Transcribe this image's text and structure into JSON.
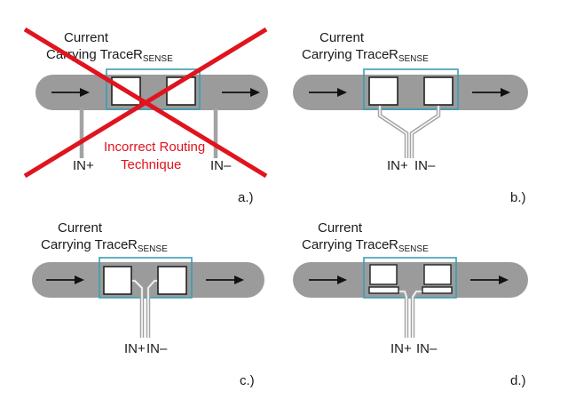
{
  "panels": {
    "a": {
      "label": "a.)",
      "trace_label_1": "Current",
      "trace_label_2": "Carrying Trace",
      "rsense_main": "R",
      "rsense_sub": "SENSE",
      "in_plus": "IN+",
      "in_minus": "IN–",
      "incorrect_1": "Incorrect Routing",
      "incorrect_2": "Technique"
    },
    "b": {
      "label": "b.)",
      "trace_label_1": "Current",
      "trace_label_2": "Carrying Trace",
      "rsense_main": "R",
      "rsense_sub": "SENSE",
      "in_plus": "IN+",
      "in_minus": "IN–"
    },
    "c": {
      "label": "c.)",
      "trace_label_1": "Current",
      "trace_label_2": "Carrying Trace",
      "rsense_main": "R",
      "rsense_sub": "SENSE",
      "in_plus": "IN+",
      "in_minus": "IN–"
    },
    "d": {
      "label": "d.)",
      "trace_label_1": "Current",
      "trace_label_2": "Carrying Trace",
      "rsense_main": "R",
      "rsense_sub": "SENSE",
      "in_plus": "IN+",
      "in_minus": "IN–"
    }
  },
  "colors": {
    "trace": "#9b9b9b",
    "sense_box": "#3a9fb3",
    "incorrect": "#e0141e"
  }
}
